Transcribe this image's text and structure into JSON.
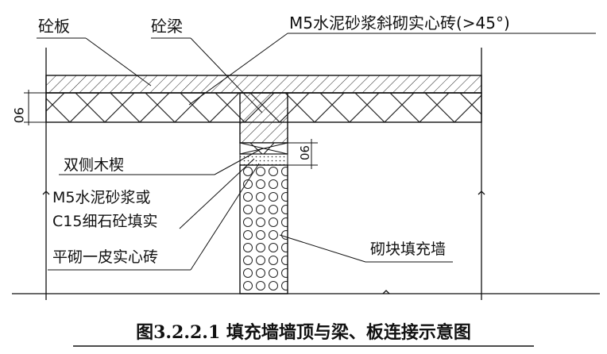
{
  "labels": {
    "slab": "砼板",
    "beam": "砼梁",
    "brick_note": "M5水泥砂浆斜砌实心砖(>45°)",
    "wedge": "双侧木楔",
    "mortar_line1": "M5水泥砂浆或",
    "mortar_line2": "C15细石砼填实",
    "flat_brick": "平砌一皮实心砖",
    "infill_wall": "砌块填充墙"
  },
  "dimensions": {
    "slab_thickness": "90",
    "gap_height": "90"
  },
  "caption": "图3.2.2.1 填充墙墙顶与梁、板连接示意图"
}
